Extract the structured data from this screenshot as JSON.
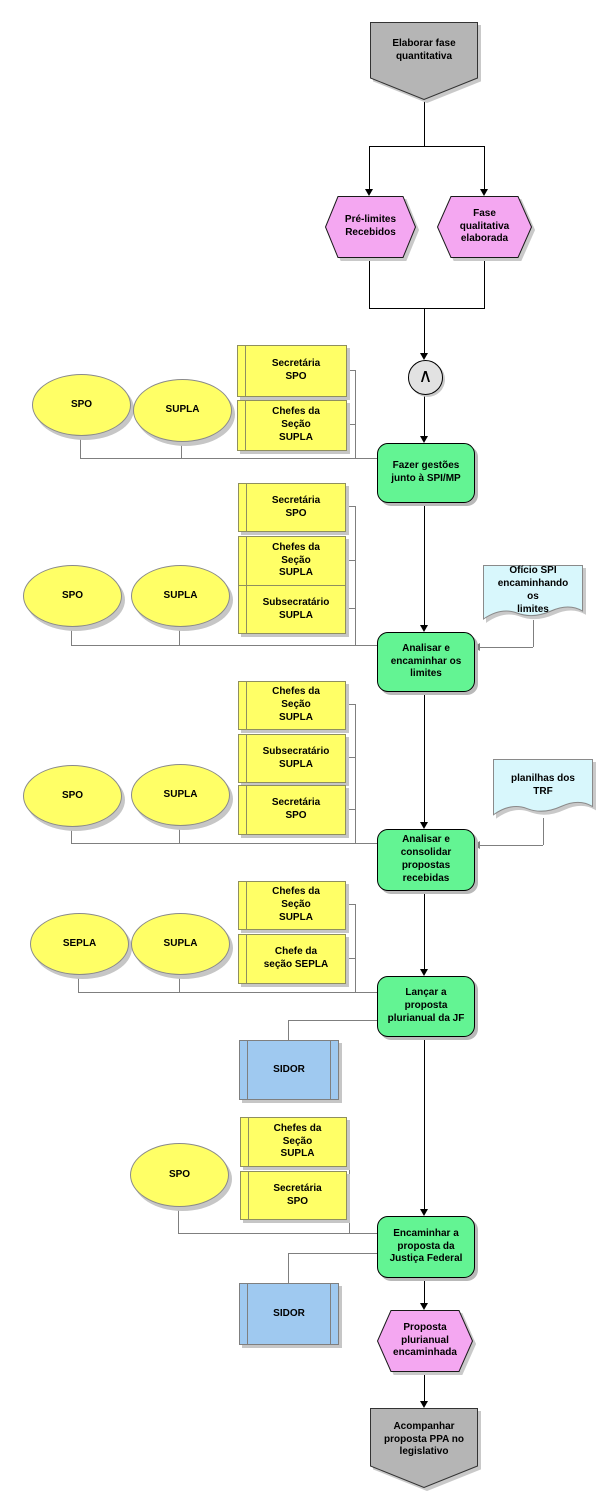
{
  "diagram_type": "EPC flowchart (planning process of Justiça Federal budget proposal)",
  "colors": {
    "event_fill": "#f4a7f1",
    "function_fill": "#63f493",
    "role_fill": "#ffff66",
    "system_fill": "#9fc9f0",
    "document_fill": "#d8f7fc",
    "interface_fill": "#b5b5b5",
    "connector_fill": "#e2e2e2",
    "flow_line": "#000000",
    "org_line": "#7f7f7f"
  },
  "process": {
    "start": "Elaborar fase\nquantitativa",
    "events": [
      "Pré-limites\nRecebidos",
      "Fase\nqualitativa\nelaborada",
      "Proposta\nplurianual\nencaminhada"
    ],
    "connector_symbol": "∧",
    "functions": [
      "Fazer gestões\njunto à SPI/MP",
      "Analisar e\nencaminhar os\nlimites",
      "Analisar e\nconsolidar\npropostas\nrecebidas",
      "Lançar a\nproposta\nplurianual da JF",
      "Encaminhar a\nproposta da\nJustiça Federal"
    ],
    "documents": [
      "Ofício SPI\nencaminhando\nos\nlimites",
      "planilhas dos\nTRF"
    ],
    "systems": [
      "SIDOR",
      "SIDOR"
    ],
    "end": "Acompanhar\nproposta PPA no\nlegislativo",
    "org_groups": [
      {
        "units": [
          "SPO",
          "SUPLA"
        ],
        "positions": [
          "Secretária\nSPO",
          "Chefes da\nSeção\nSUPLA"
        ]
      },
      {
        "units": [
          "SPO",
          "SUPLA"
        ],
        "positions": [
          "Secretária\nSPO",
          "Chefes da\nSeção\nSUPLA",
          "Subsecratário\nSUPLA"
        ]
      },
      {
        "units": [
          "SPO",
          "SUPLA"
        ],
        "positions": [
          "Chefes da\nSeção\nSUPLA",
          "Subsecratário\nSUPLA",
          "Secretária\nSPO"
        ]
      },
      {
        "units": [
          "SEPLA",
          "SUPLA"
        ],
        "positions": [
          "Chefes da\nSeção\nSUPLA",
          "Chefe da\nseção SEPLA"
        ]
      },
      {
        "units": [
          "SPO"
        ],
        "positions": [
          "Chefes da\nSeção\nSUPLA",
          "Secretária\nSPO"
        ]
      }
    ]
  }
}
